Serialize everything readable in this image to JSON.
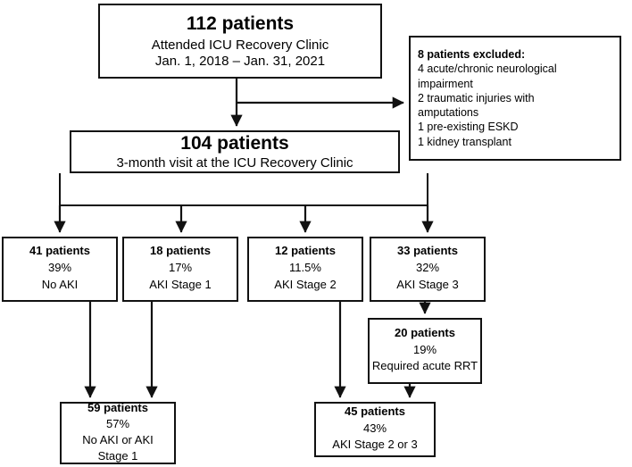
{
  "diagram": {
    "title": "Patient flow diagram: ICU Recovery Clinic AKI cohort",
    "line_color": "#111111",
    "box_fill": "#ffffff",
    "text_color": "#000000"
  },
  "nodes": {
    "enrolled": {
      "heading": "112 patients",
      "lines": [
        "Attended ICU Recovery Clinic",
        "Jan. 1, 2018 – Jan. 31, 2021"
      ]
    },
    "excluded": {
      "heading": "8 patients excluded:",
      "lines": [
        "4 acute/chronic neurological",
        "impairment",
        "2 traumatic injuries with",
        "amputations",
        "1 pre-existing ESKD",
        "1 kidney transplant"
      ]
    },
    "three_month": {
      "heading": "104 patients",
      "lines": [
        "3-month visit at the ICU Recovery Clinic"
      ]
    },
    "stages": [
      {
        "heading": "41 patients",
        "lines": [
          "39%",
          "No AKI"
        ]
      },
      {
        "heading": "18 patients",
        "lines": [
          "17%",
          "AKI Stage 1"
        ]
      },
      {
        "heading": "12 patients",
        "lines": [
          "11.5%",
          "AKI Stage 2"
        ]
      },
      {
        "heading": "33 patients",
        "lines": [
          "32%",
          "AKI Stage 3"
        ]
      }
    ],
    "rrt": {
      "heading": "20 patients",
      "lines": [
        "19%",
        "Required acute RRT"
      ]
    },
    "summary_mild": {
      "heading": "59 patients",
      "lines": [
        "57%",
        "No AKI or AKI",
        "Stage 1"
      ]
    },
    "summary_severe": {
      "heading": "45 patients",
      "lines": [
        "43%",
        "AKI Stage 2 or 3"
      ]
    }
  }
}
